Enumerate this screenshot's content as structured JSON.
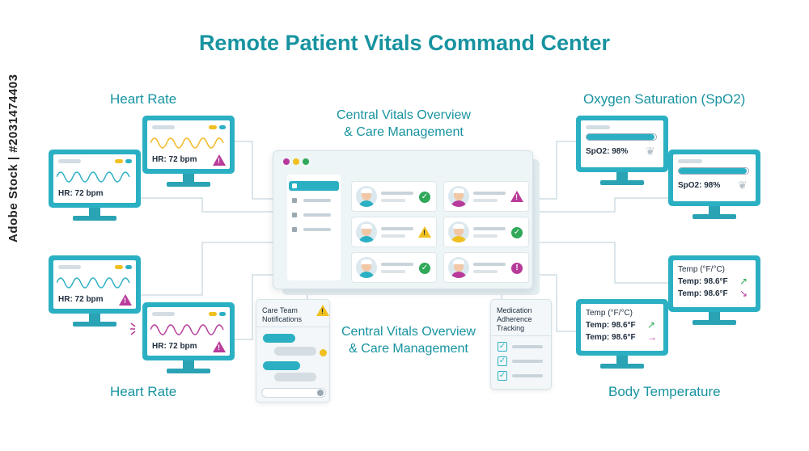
{
  "title": "Remote Patient Vitals Command Center",
  "labels": {
    "heart_rate_top": "Heart Rate",
    "heart_rate_bottom": "Heart Rate",
    "spo2": "Oxygen Saturation (SpO2)",
    "body_temperature": "Body Temperature",
    "center_top_line1": "Central Vitals Overview",
    "center_top_line2": "& Care Management",
    "center_bottom_line1": "Central Vitals Overview",
    "center_bottom_line2": "& Care Management"
  },
  "monitors": {
    "hr": [
      "HR: 72 bpm",
      "HR: 72 bpm",
      "HR: 72 bpm",
      "HR: 72 bpm"
    ],
    "spo2": [
      "SpO2: 98%",
      "SpO2: 98%"
    ],
    "spo2_level": 0.98,
    "temp": {
      "header": "Temp (°F/°C)",
      "reading": "Temp: 98.6°F"
    }
  },
  "panels": {
    "care_team_line1": "Care Team",
    "care_team_line2": "Notifications",
    "medication_line1": "Medication",
    "medication_line2": "Adherence",
    "medication_line3": "Tracking"
  },
  "patients": [
    {
      "shirt": "#2bb0c3",
      "status": "check"
    },
    {
      "shirt": "#b83b9a",
      "status": "warning-magenta"
    },
    {
      "shirt": "#2bb0c3",
      "status": "warning-yellow"
    },
    {
      "shirt": "#f0c020",
      "status": "check"
    },
    {
      "shirt": "#2bb0c3",
      "status": "check"
    },
    {
      "shirt": "#b83b9a",
      "status": "alert"
    }
  ],
  "colors": {
    "accent": "#1793a0",
    "monitor": "#2bb0c3",
    "magenta": "#b83b9a",
    "yellow": "#f0c020",
    "green": "#2fa85a"
  },
  "watermark": "Adobe Stock | #2031474403"
}
